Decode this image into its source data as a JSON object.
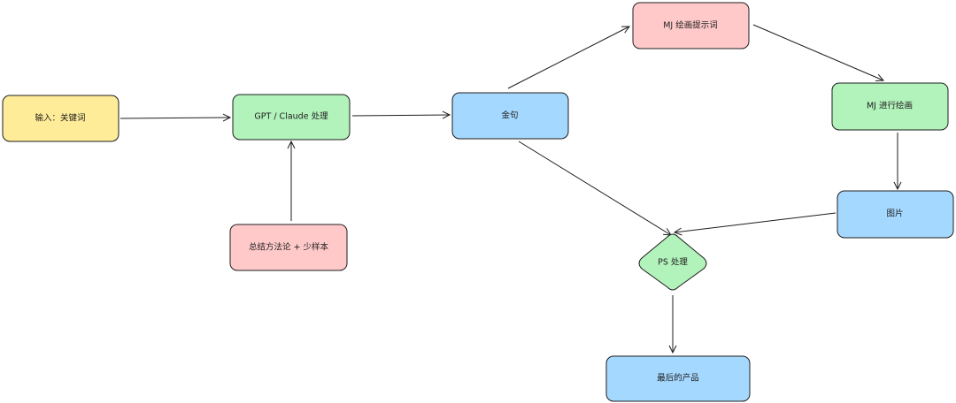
{
  "colors": {
    "yellow": "#ffec99",
    "green": "#b2f2bb",
    "red": "#ffc9c9",
    "blue": "#a5d8ff",
    "stroke": "#1e1e1e"
  },
  "nodes": {
    "input": {
      "label": "输入：关键词",
      "color": "yellow"
    },
    "gpt": {
      "label": "GPT / Claude 处理",
      "color": "green"
    },
    "method": {
      "label": "总结方法论 + 少样本",
      "color": "red"
    },
    "golden": {
      "label": "金句",
      "color": "blue"
    },
    "mj_prompt": {
      "label": "MJ 绘画提示词",
      "color": "red"
    },
    "mj_draw": {
      "label": "MJ 进行绘画",
      "color": "green"
    },
    "image": {
      "label": "图片",
      "color": "blue"
    },
    "ps": {
      "label": "PS 处理",
      "color": "green"
    },
    "product": {
      "label": "最后的产品",
      "color": "blue"
    }
  }
}
